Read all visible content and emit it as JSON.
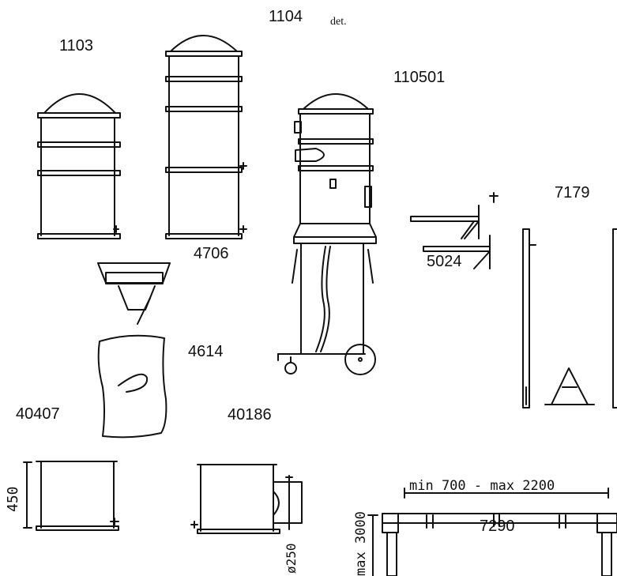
{
  "header": {
    "partial_text": "det."
  },
  "labels": {
    "p1103": "1103",
    "p1104": "1104",
    "p110501": "110501",
    "p7179": "7179",
    "p4706": "4706",
    "p5024": "5024",
    "p4614": "4614",
    "p40407": "40407",
    "p40186": "40186",
    "p7290": "7290"
  },
  "dimensions": {
    "height_450": "450",
    "diameter_250": "ø250",
    "width_range": "min 700 - max 2200",
    "height_max": "max 3000"
  }
}
